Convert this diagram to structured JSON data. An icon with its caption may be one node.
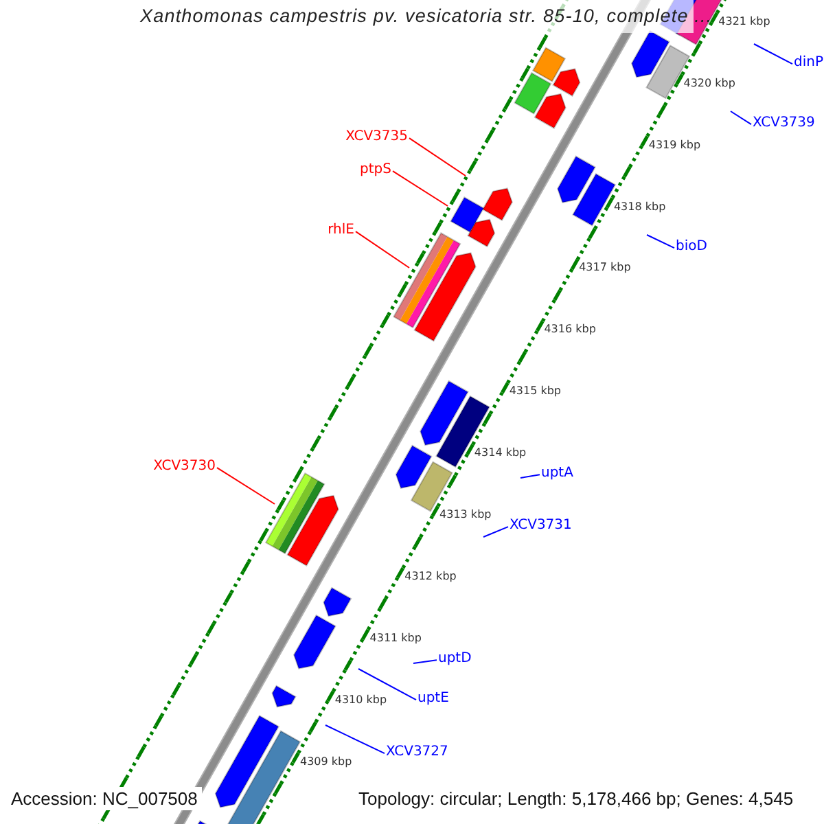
{
  "diagram": {
    "title": "Xanthomonas campestris pv. vesicatoria str. 85-10, complete ...",
    "nodes": [
      {
        "text": [
          "dinP"
        ]
      },
      {
        "text": [
          "XCV3739"
        ]
      },
      {
        "text": [
          "XCV3735"
        ]
      },
      {
        "text": [
          "ptpS"
        ]
      },
      {
        "text": [
          "rhlE"
        ]
      },
      {
        "text": [
          "bioD"
        ]
      },
      {
        "text": [
          "XCV3730"
        ]
      },
      {
        "text": [
          "uptA"
        ]
      },
      {
        "text": [
          "XCV3731"
        ]
      },
      {
        "text": [
          "uptD"
        ]
      },
      {
        "text": [
          "uptE"
        ]
      },
      {
        "text": [
          "XCV3727"
        ]
      }
    ],
    "edges": [
      {
        "from": 0,
        "to": null,
        "arrow": "none"
      },
      {
        "from": 1,
        "to": null,
        "arrow": "none"
      },
      {
        "from": 2,
        "to": null,
        "arrow": "none",
        "color": "#ff0000"
      },
      {
        "from": 3,
        "to": null,
        "arrow": "none",
        "color": "#ff0000"
      },
      {
        "from": 4,
        "to": null,
        "arrow": "none",
        "color": "#ff0000"
      },
      {
        "from": 5,
        "to": null,
        "arrow": "none"
      },
      {
        "from": 6,
        "to": null,
        "arrow": "none",
        "color": "#ff0000"
      },
      {
        "from": 7,
        "to": null,
        "arrow": "none"
      },
      {
        "from": 8,
        "to": null,
        "arrow": "none"
      },
      {
        "from": 9,
        "to": null,
        "arrow": "none"
      },
      {
        "from": 10,
        "to": null,
        "arrow": "none"
      },
      {
        "from": 11,
        "to": null,
        "arrow": "none"
      }
    ],
    "labels": [
      "4321 kbp",
      "4320 kbp",
      "4319 kbp",
      "4318 kbp",
      "4317 kbp",
      "4316 kbp",
      "4315 kbp",
      "4314 kbp",
      "4313 kbp",
      "4312 kbp",
      "4311 kbp",
      "4310 kbp",
      "4309 kbp",
      "Accession: NC_007508",
      "Topology: circular; Length: 5,178,466 bp; Genes: 4,545"
    ]
  }
}
